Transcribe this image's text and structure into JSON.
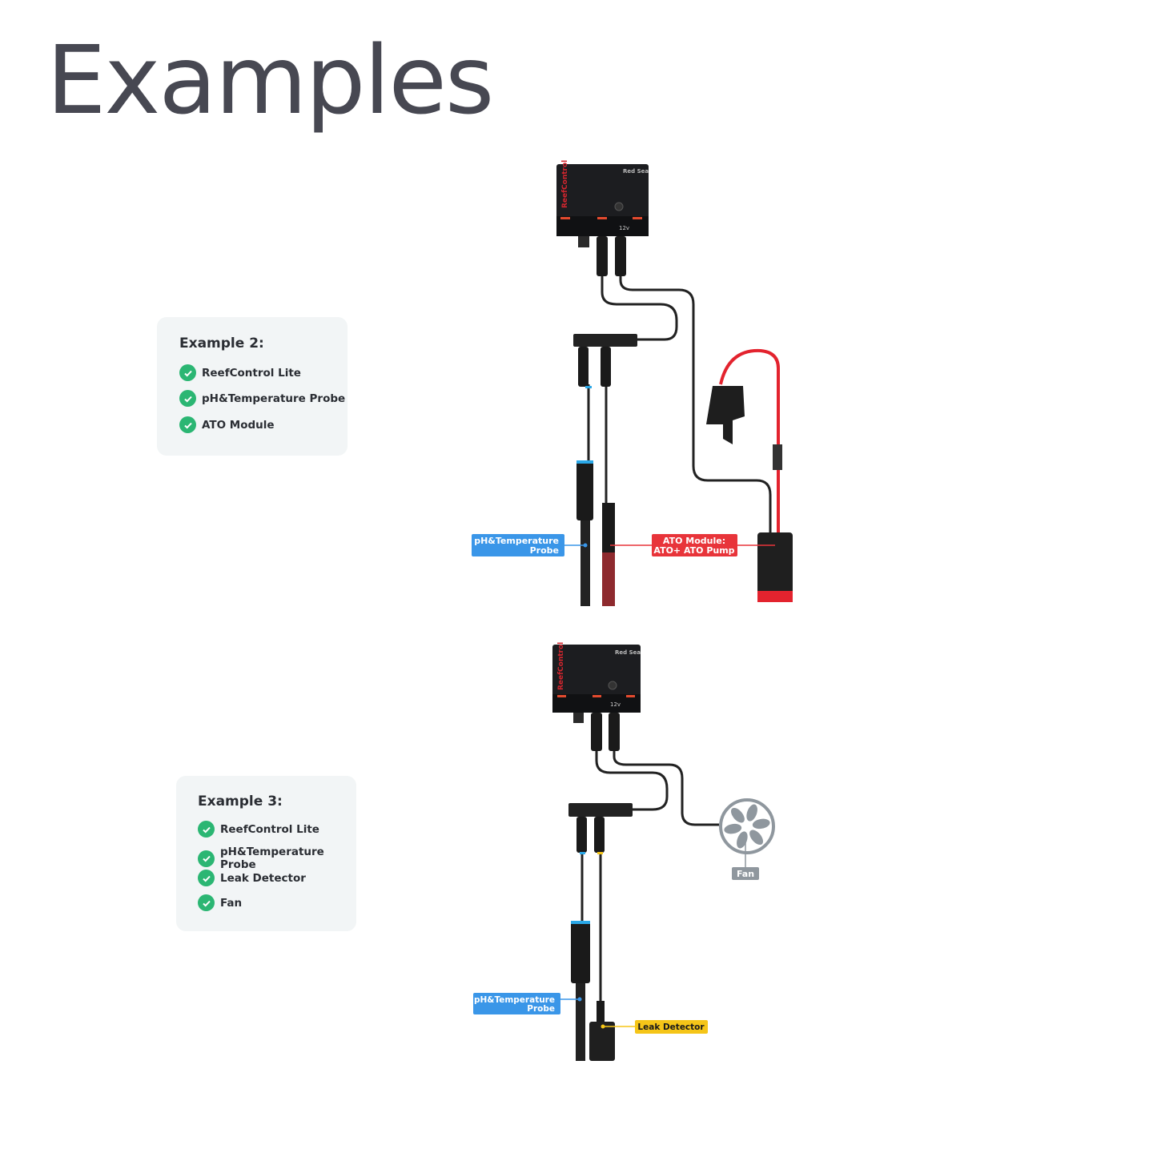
{
  "title": "Examples",
  "examples": [
    {
      "heading": "Example 2:",
      "items": [
        "ReefControl Lite",
        "pH&Temperature Probe",
        "ATO Module"
      ]
    },
    {
      "heading": "Example 3:",
      "items": [
        "ReefControl Lite",
        "pH&Temperature Probe",
        "Leak Detector",
        "Fan"
      ]
    }
  ],
  "diagram1": {
    "probe_label": [
      "pH&Temperature",
      "Probe"
    ],
    "ato_label": [
      "ATO Module:",
      "ATO+ ATO Pump"
    ],
    "controller_labels": {
      "brand": "Red Sea",
      "power": "12v"
    }
  },
  "diagram2": {
    "probe_label": [
      "pH&Temperature",
      "Probe"
    ],
    "leak_label": "Leak Detector",
    "fan_label": "Fan",
    "controller_labels": {
      "brand": "Red Sea",
      "power": "12v"
    }
  },
  "colors": {
    "check": "#2bb673",
    "probe": "#3a96e8",
    "ato": "#e8343a",
    "leak": "#f5c518",
    "fan": "#8f979e",
    "card": "#f2f5f6"
  }
}
